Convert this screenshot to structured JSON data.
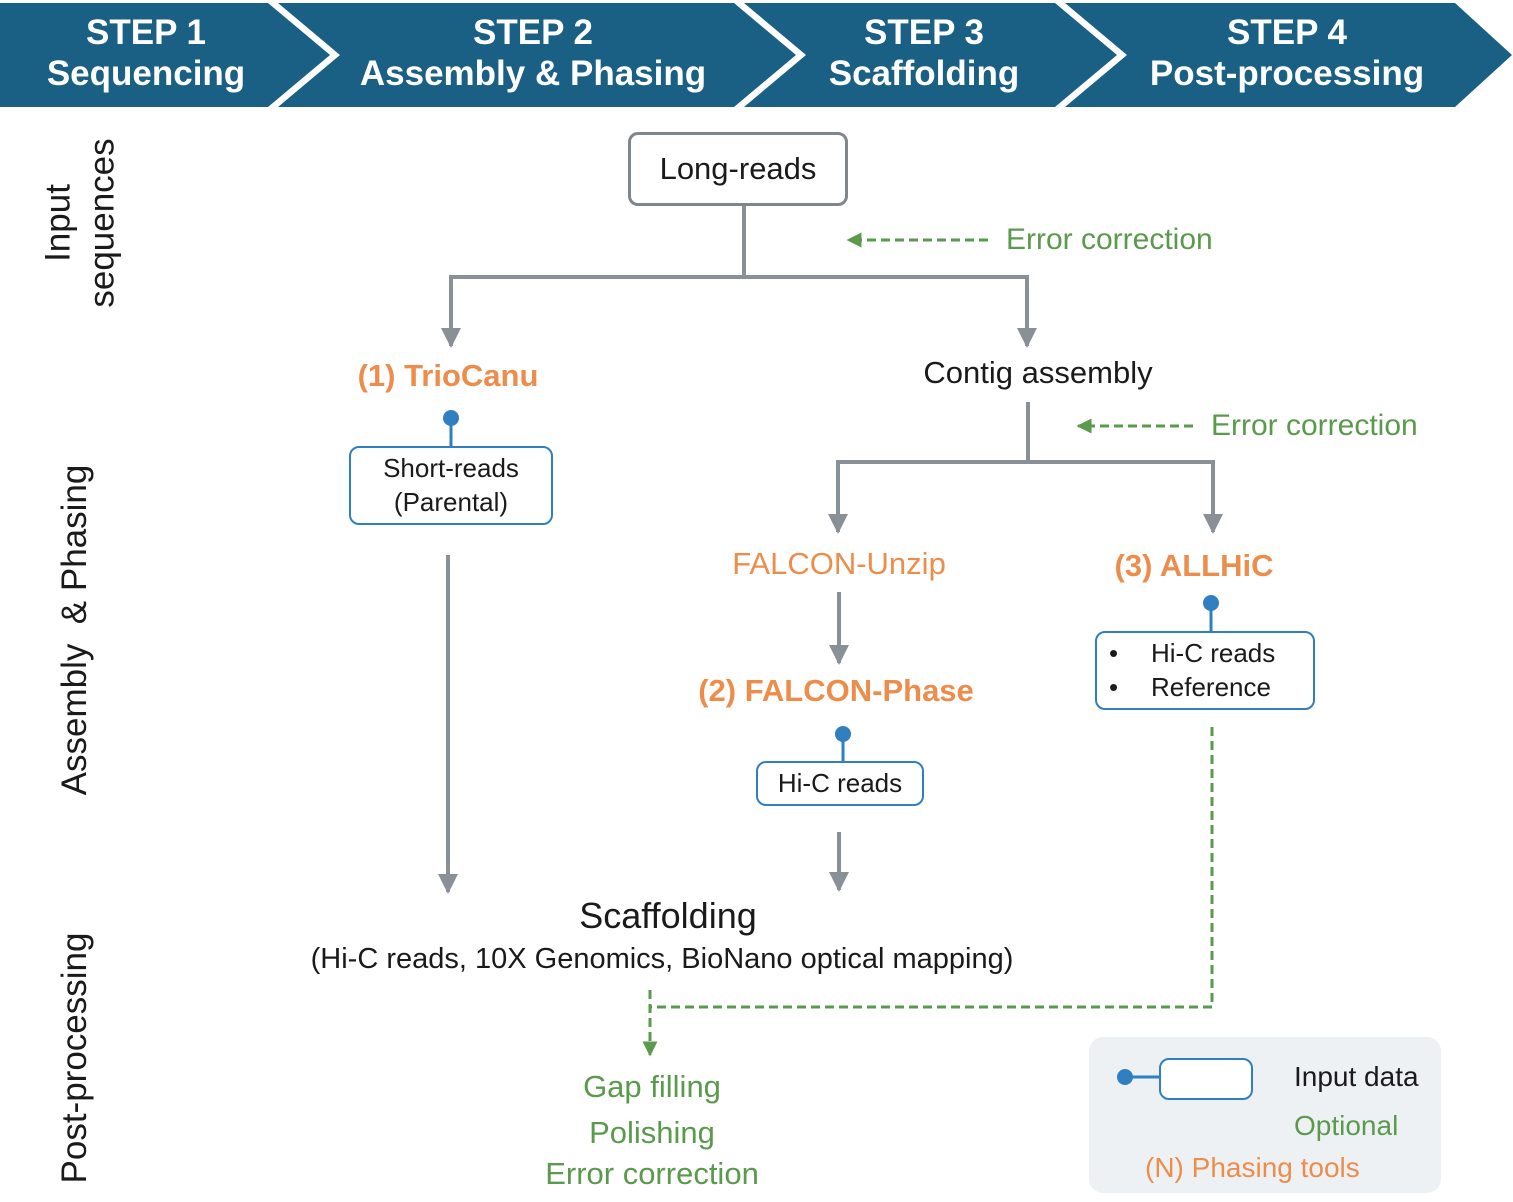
{
  "steps": [
    {
      "step": "STEP 1",
      "name": "Sequencing"
    },
    {
      "step": "STEP 2",
      "name": "Assembly & Phasing"
    },
    {
      "step": "STEP 3",
      "name": "Scaffolding"
    },
    {
      "step": "STEP 4",
      "name": "Post-processing"
    }
  ],
  "sections": {
    "input_line1": "Input",
    "input_line2": "sequences",
    "assembly": "Assembly  & Phasing",
    "post": "Post-processing"
  },
  "nodes": {
    "long_reads": "Long-reads",
    "error_correction_1": "Error correction",
    "triocanu": "(1) TrioCanu",
    "short_reads_l1": "Short-reads",
    "short_reads_l2": "(Parental)",
    "contig_assembly": "Contig assembly",
    "error_correction_2": "Error correction",
    "falcon_unzip": "FALCON-Unzip",
    "allhic": "(3) ALLHiC",
    "allhic_input_1": "Hi-C reads",
    "allhic_input_2": "Reference",
    "falcon_phase": "(2) FALCON-Phase",
    "falcon_phase_input": "Hi-C reads",
    "scaffolding": "Scaffolding",
    "scaffolding_detail": "(Hi-C reads, 10X Genomics, BioNano optical mapping)",
    "gap_filling": "Gap filling",
    "polishing": "Polishing",
    "error_correction_3": "Error correction"
  },
  "legend": {
    "input_data": "Input data",
    "optional": "Optional",
    "phasing_tools": "(N) Phasing tools"
  },
  "colors": {
    "banner": "#1a5f84",
    "gray_arrow": "#8a9097",
    "blue_input": "#2f7fc1",
    "orange_tool": "#ec8d4c",
    "green_optional": "#5a9a4c"
  }
}
